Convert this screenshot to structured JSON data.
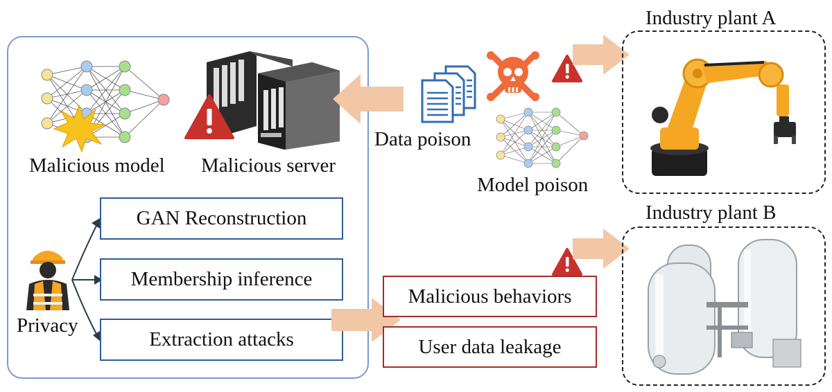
{
  "labels": {
    "malicious_model": "Malicious model",
    "malicious_server": "Malicious server",
    "data_poison": "Data poison",
    "model_poison": "Model poison",
    "privacy": "Privacy",
    "plant_a": "Industry plant A",
    "plant_b": "Industry plant B"
  },
  "privacy_attacks": [
    "GAN Reconstruction",
    "Membership inference",
    "Extraction attacks"
  ],
  "threats": [
    "Malicious behaviors",
    "User data leakage"
  ],
  "icons": {
    "warning": "warning-triangle-icon",
    "skull": "skull-crossbones-icon",
    "documents": "documents-icon",
    "worker": "worker-icon",
    "robot": "robot-arm-icon",
    "tanks": "storage-tanks-icon",
    "server": "server-icon",
    "nn": "neural-network-icon",
    "burst": "explosion-burst-icon"
  },
  "colors": {
    "panel_border": "#7a9ccc",
    "blue_box": "#2e5c9a",
    "red_box": "#a52a2a",
    "arrow": "#f2c7a6",
    "warning": "#c8312c",
    "skull": "#f06a3a",
    "robot": "#f5a623"
  }
}
